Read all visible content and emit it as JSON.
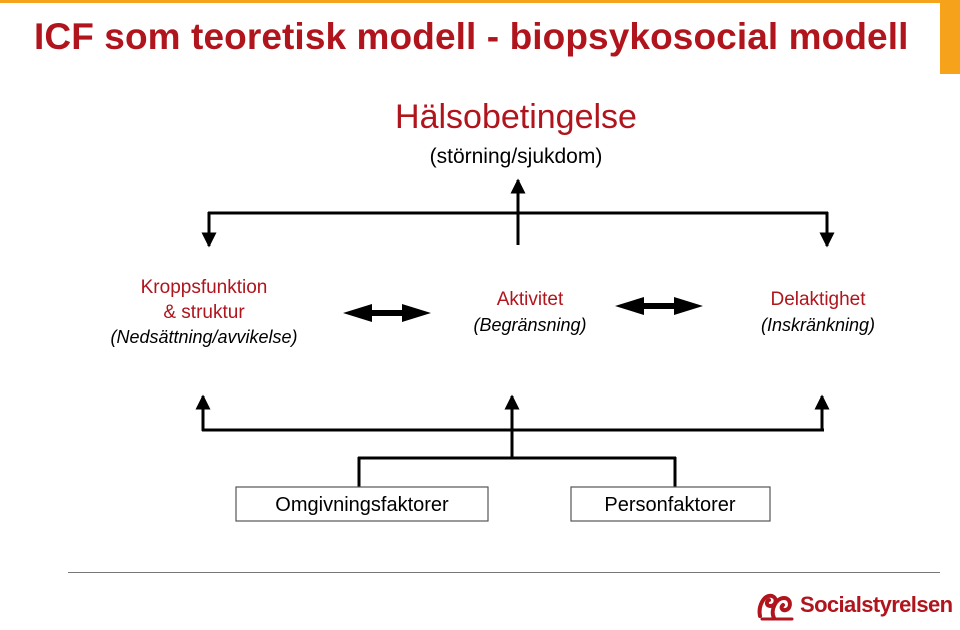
{
  "slide": {
    "title": "ICF som teoretisk modell - biopsykosocial modell"
  },
  "diagram": {
    "health_condition": {
      "label": "Hälsobetingelse",
      "sublabel": "(störning/sjukdom)"
    },
    "body_function": {
      "line1": "Kroppsfunktion",
      "line2": "& struktur",
      "sublabel": "(Nedsättning/avvikelse)"
    },
    "activity": {
      "label": "Aktivitet",
      "sublabel": "(Begränsning)"
    },
    "participation": {
      "label": "Delaktighet",
      "sublabel": "(Inskränkning)"
    },
    "environmental": {
      "label": "Omgivningsfaktorer"
    },
    "personal": {
      "label": "Personfaktorer"
    }
  },
  "logo": {
    "text": "Socialstyrelsen"
  },
  "colors": {
    "title_red": "#b0141c",
    "accent_orange": "#f7a21b",
    "line_black": "#000000"
  }
}
